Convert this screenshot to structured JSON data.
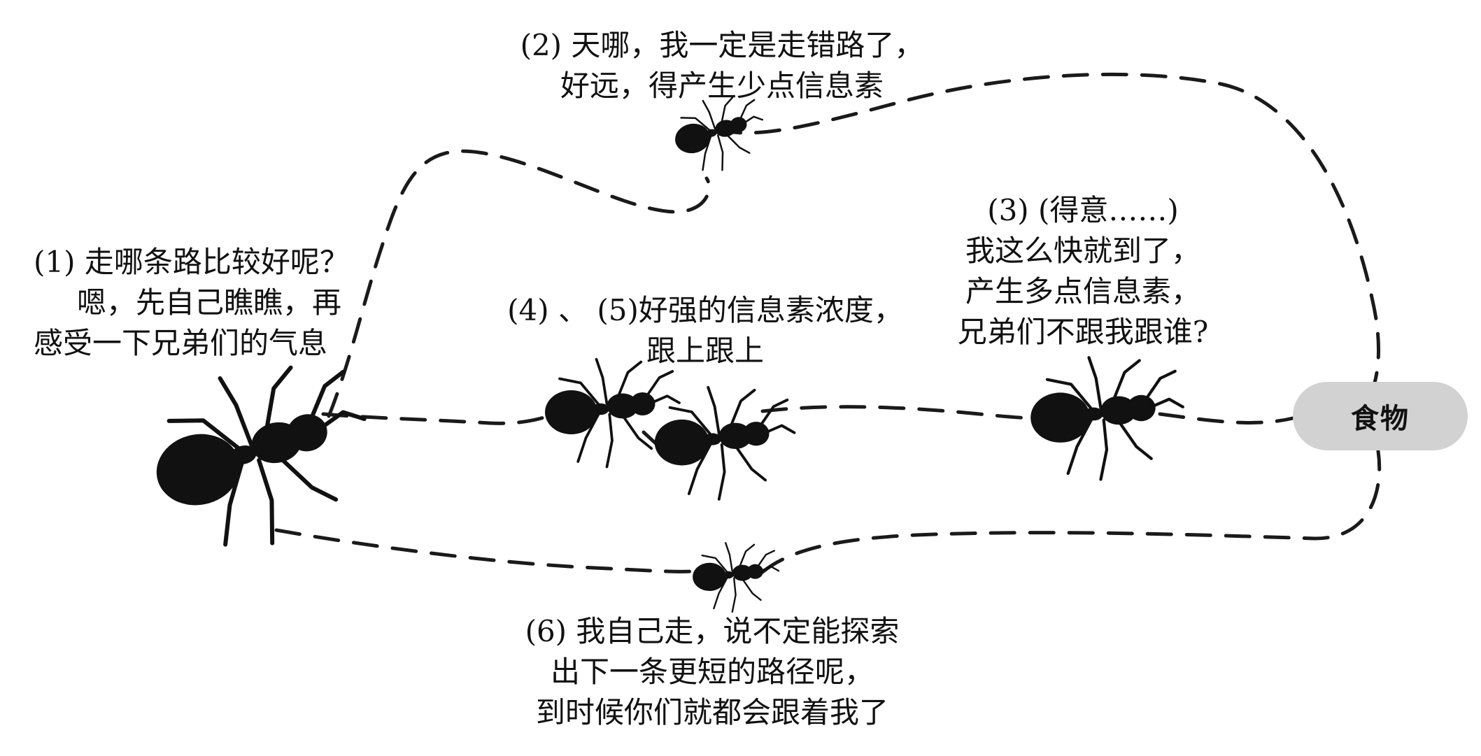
{
  "captions": {
    "c1": {
      "line1": "(1) 走哪条路比较好呢？",
      "line2": "嗯，先自己瞧瞧，再",
      "line3": "感受一下兄弟们的气息"
    },
    "c2": {
      "line1": "(2) 天哪，我一定是走错路了，",
      "line2": "好远，得产生少点信息素"
    },
    "c3": {
      "line1": "(3) (得意……)",
      "line2": "我这么快就到了，",
      "line3": "产生多点信息素，",
      "line4": "兄弟们不跟我跟谁?"
    },
    "c4": {
      "line1": "(4) 、 (5)好强的信息素浓度，",
      "line2": "跟上跟上"
    },
    "c6": {
      "line1": "(6) 我自己走，说不定能探索",
      "line2": "出下一条更短的路径呢，",
      "line3": "到时候你们就都会跟着我了"
    }
  },
  "food": {
    "label": "食物",
    "fill": "#d2d2d2"
  },
  "colors": {
    "ink": "#111111",
    "path": "#1a1a1a",
    "background": "#ffffff"
  },
  "icons": [
    "ant-icon"
  ]
}
